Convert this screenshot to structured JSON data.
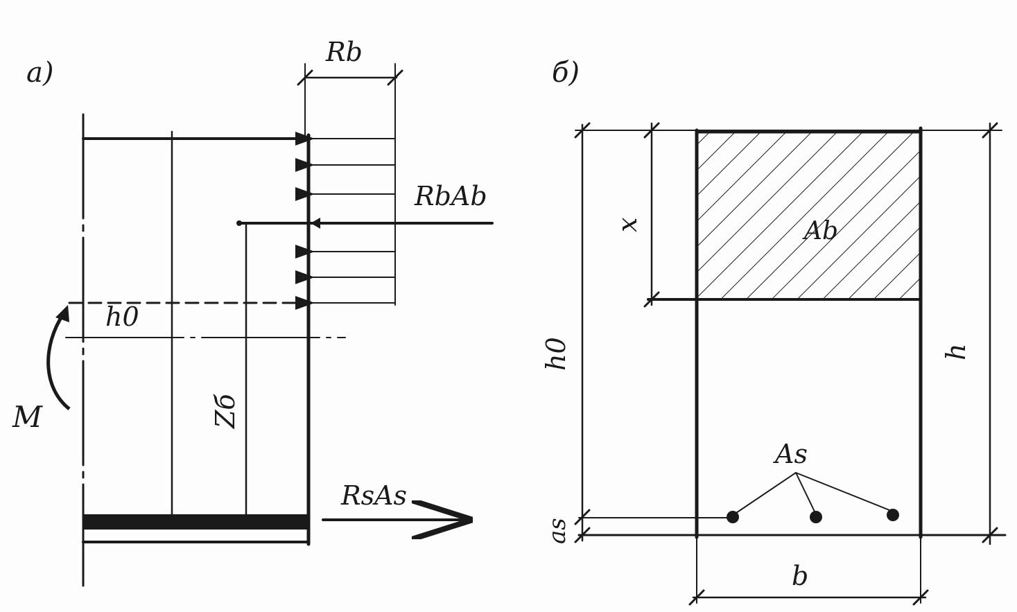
{
  "panel_a": {
    "tag": "а)",
    "labels": {
      "rb": "Rb",
      "rb_ab": "RbAb",
      "h0": "h0",
      "zb": "Zб",
      "moment": "M",
      "rs_as": "RsAs"
    }
  },
  "panel_b": {
    "tag": "б)",
    "labels": {
      "x": "x",
      "ab": "Ab",
      "h0": "h0",
      "h": "h",
      "as": "As",
      "as_dim": "as",
      "b": "b"
    }
  },
  "colors": {
    "ink": "#1a1a1a",
    "paper": "#fdfdfd"
  }
}
